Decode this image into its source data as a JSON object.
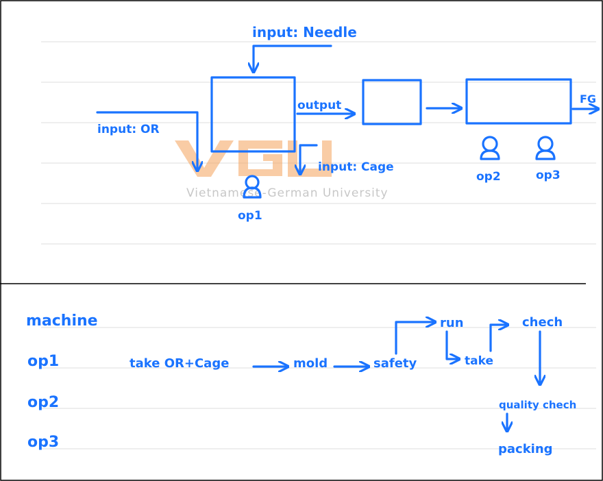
{
  "watermark": {
    "logo_text": "VGU",
    "tagline": "Vietnamese-German University"
  },
  "flow_diagram": {
    "input_needle": "input: Needle",
    "input_or": "input: OR",
    "input_cage": "input: Cage",
    "output": "output",
    "fg": "FG",
    "operators": [
      "op1",
      "op2",
      "op3"
    ]
  },
  "swimlane": {
    "lanes": [
      "machine",
      "op1",
      "op2",
      "op3"
    ],
    "steps": {
      "take_or_cage": "take OR+Cage",
      "mold": "mold",
      "safety": "safety",
      "run": "run",
      "take": "take",
      "check": "chech",
      "quality_check": "quality chech",
      "packing": "packing"
    }
  },
  "colors": {
    "ink": "#1a73ff",
    "watermark_orange": "#f5a45c",
    "rule_lines": "#dcdcdc"
  }
}
